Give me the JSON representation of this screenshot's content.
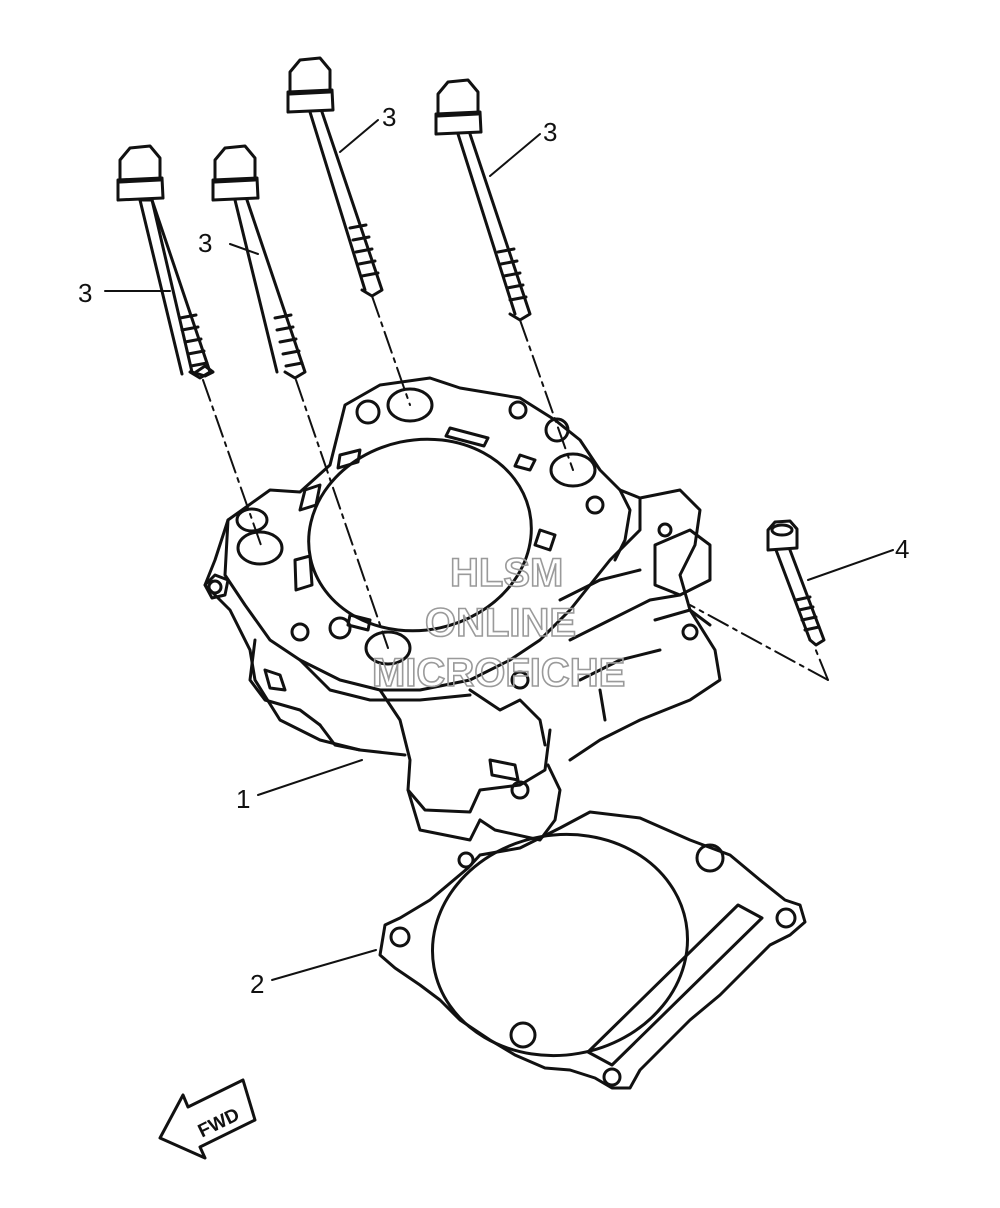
{
  "callouts": {
    "cylinder": "1",
    "gasket": "2",
    "stud_bolt_1": "3",
    "stud_bolt_2": "3",
    "stud_bolt_3": "3",
    "stud_bolt_4": "3",
    "small_bolt": "4"
  },
  "direction_arrow": {
    "label": "FWD"
  },
  "watermark": {
    "line1": "HLSM",
    "line2": "ONLINE",
    "line3": "MICROFICHE"
  },
  "colors": {
    "line": "#111111",
    "watermark": "#9a9a9a",
    "background": "#ffffff"
  }
}
